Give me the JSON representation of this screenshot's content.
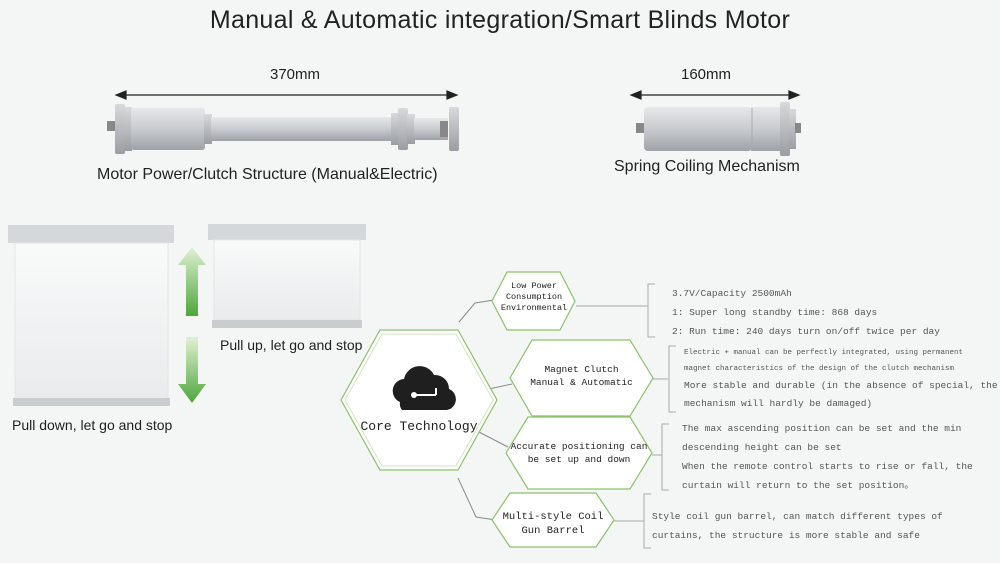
{
  "title": "Manual & Automatic integration/Smart Blinds Motor",
  "motor": {
    "dimension": "370mm",
    "caption": "Motor Power/Clutch Structure (Manual&Electric)"
  },
  "spring": {
    "dimension": "160mm",
    "caption": "Spring Coiling Mechanism"
  },
  "blinds": {
    "pull_up": "Pull up, let go and stop",
    "pull_down": "Pull down, let go and stop"
  },
  "core": {
    "label": "Core Technology",
    "icon": "cloud-icon",
    "accent": "#8cc26a"
  },
  "features": [
    {
      "name_line1": "Low Power",
      "name_line2": "Consumption",
      "name_line3": "Environmental",
      "details": [
        "3.7V/Capacity 2500mAh",
        "1: Super long standby time: 868 days",
        "2: Run time: 240 days turn on/off twice per day"
      ]
    },
    {
      "name_line1": "Magnet Clutch",
      "name_line2": "Manual & Automatic",
      "details": [
        "Electric + manual can be perfectly integrated, using permanent",
        "magnet characteristics of the design of the clutch mechanism",
        "More stable and durable (in the absence of special, the",
        "mechanism will hardly be damaged)"
      ]
    },
    {
      "name_line1": "Accurate positioning can",
      "name_line2": "be set up and down",
      "details": [
        "The max ascending position can be set and the min",
        "descending height can be set",
        "When the remote control starts to rise or fall, the",
        "curtain will return to the set position。"
      ]
    },
    {
      "name_line1": "Multi-style Coil",
      "name_line2": "Gun Barrel",
      "details": [
        "Style coil gun barrel, can match different types of",
        "curtains, the structure is more stable and safe"
      ]
    }
  ]
}
